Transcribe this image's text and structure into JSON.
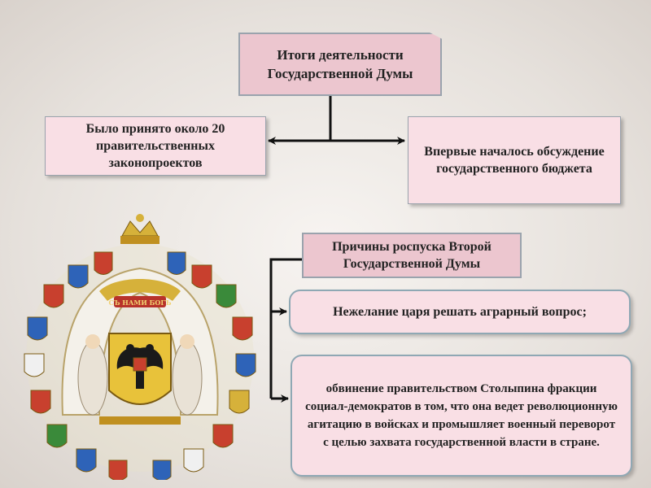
{
  "title_box": {
    "text": "Итоги деятельности Государственной Думы"
  },
  "left_box": {
    "text": "Было принято около 20 правительственных законопроектов"
  },
  "right_box": {
    "text": "Впервые началось обсуждение государственного бюджета"
  },
  "reasons": {
    "title": "Причины роспуска Второй Государственной Думы",
    "items": [
      "Нежелание царя решать аграрный вопрос;",
      "обвинение правительством Столыпина фракции социал-демократов в том, что она ведет революционную агитацию в войсках и промышляет военный переворот с целью захвата государственной власти в стране."
    ]
  },
  "colors": {
    "box_fill": "#f9dfe5",
    "title_fill": "#ecc6cf",
    "connector": "#111111"
  },
  "emblem": {
    "ribbon_text": "СЪ НАМИ БОГЪ"
  }
}
